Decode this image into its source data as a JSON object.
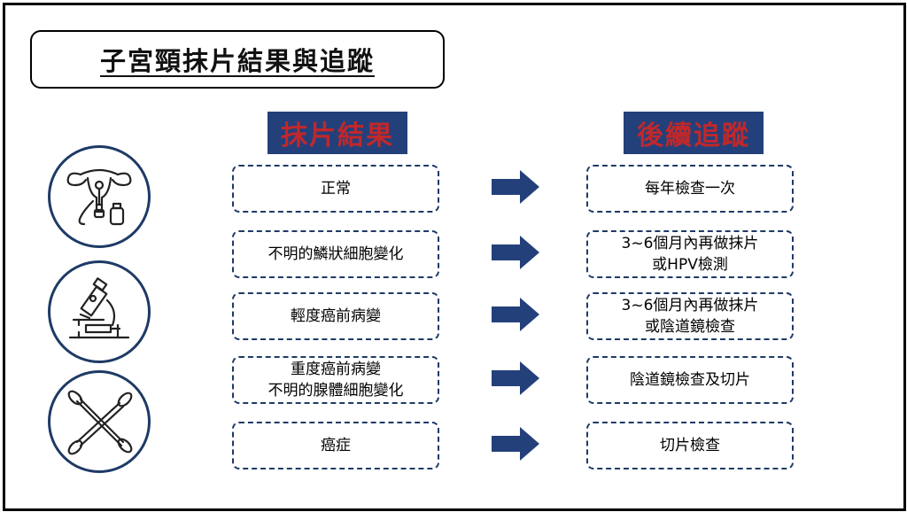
{
  "title": "子宮頸抹片結果與追蹤",
  "headers": {
    "results": "抹片結果",
    "followup": "後續追蹤"
  },
  "colors": {
    "header_text": "#c0282b",
    "header_bg": "#24407a",
    "accent_navy": "#1e3a66",
    "arrow": "#24407a"
  },
  "icons": [
    "uterus-icon",
    "microscope-icon",
    "cotton-swab-icon"
  ],
  "rows": [
    {
      "result": "正常",
      "followup": "每年檢查一次"
    },
    {
      "result": "不明的鱗狀細胞變化",
      "followup": "3~6個月內再做抹片\n或HPV檢測"
    },
    {
      "result": "輕度癌前病變",
      "followup": "3~6個月內再做抹片\n或陰道鏡檢查"
    },
    {
      "result": "重度癌前病變\n不明的腺體細胞變化",
      "followup": "陰道鏡檢查及切片"
    },
    {
      "result": "癌症",
      "followup": "切片檢查"
    }
  ]
}
